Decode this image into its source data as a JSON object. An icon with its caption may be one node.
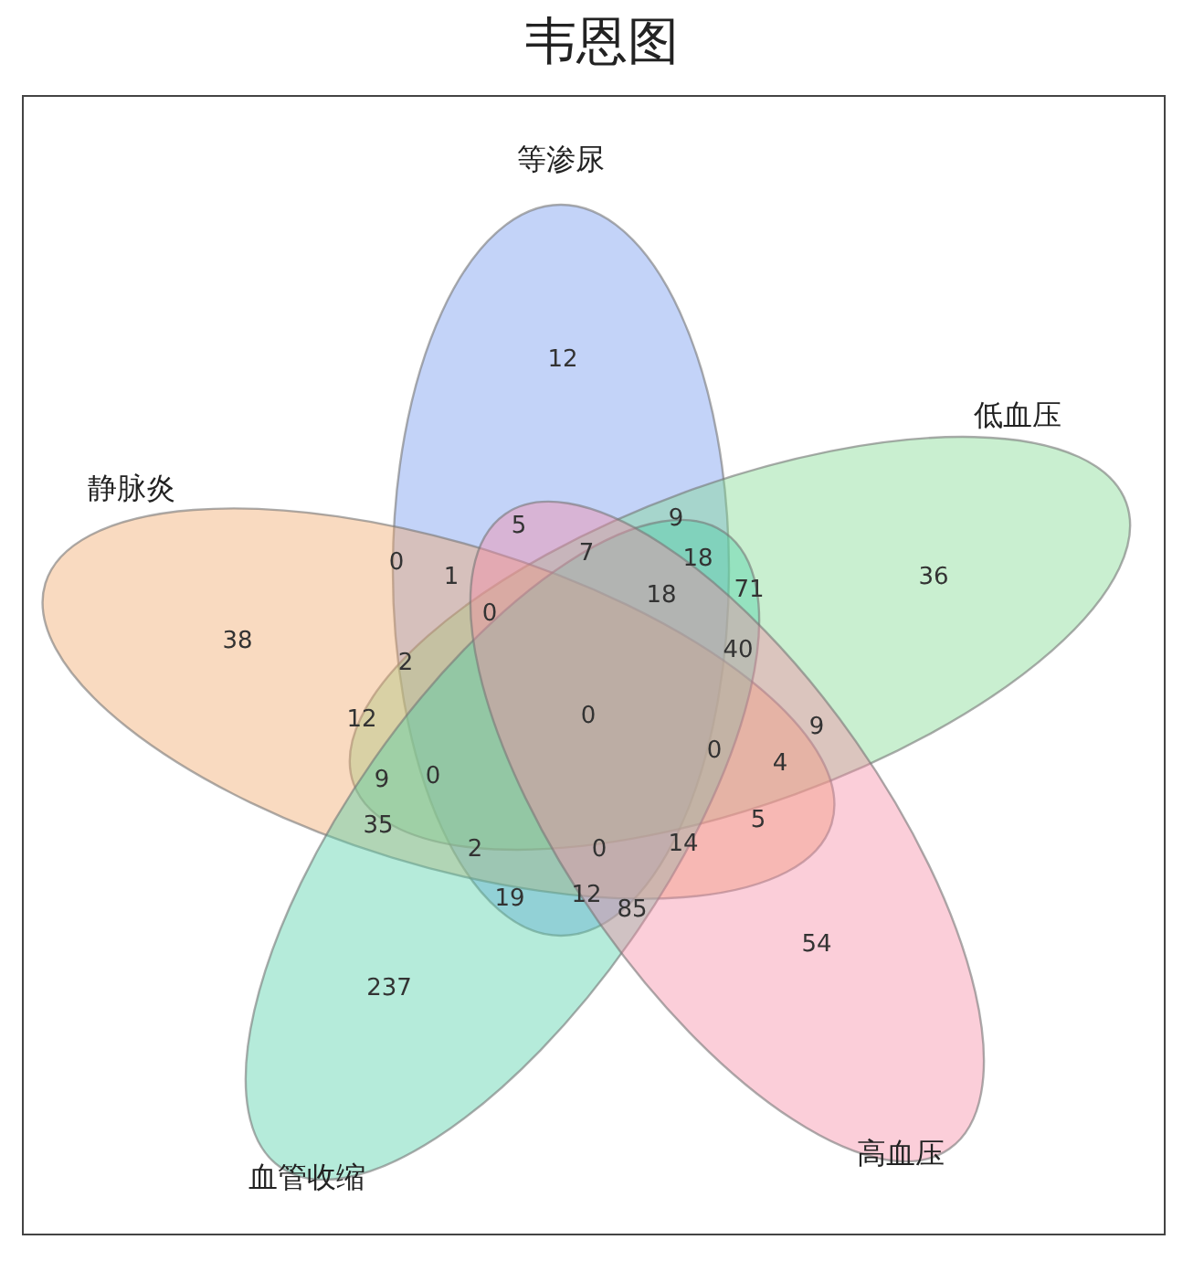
{
  "diagram": {
    "title": "韦恩图",
    "nodes": [
      {
        "text": [
          "等渗尿"
        ]
      },
      {
        "text": [
          "低血压"
        ]
      },
      {
        "text": [
          "静脉炎"
        ]
      },
      {
        "text": [
          "血管收缩"
        ]
      },
      {
        "text": [
          "高血压"
        ]
      }
    ],
    "edges": [],
    "labels": [
      "12",
      "5",
      "9",
      "0",
      "1",
      "7",
      "18",
      "36",
      "0",
      "18",
      "71",
      "38",
      "2",
      "40",
      "12",
      "0",
      "9",
      "9",
      "0",
      "0",
      "4",
      "35",
      "2",
      "0",
      "14",
      "5",
      "19",
      "12",
      "85",
      "54",
      "237"
    ]
  }
}
